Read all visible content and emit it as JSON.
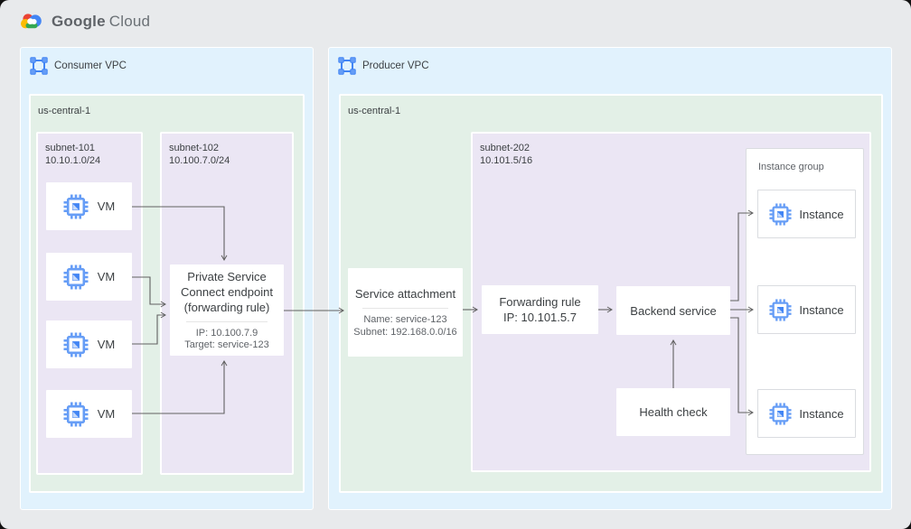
{
  "logo": {
    "brand": "Google",
    "product": "Cloud"
  },
  "colors": {
    "background": "#e8eaec",
    "vpc_bg": "#e1f2fd",
    "region_bg": "#e3f0e7",
    "subnet_bg": "#ebe6f4",
    "card_bg": "#ffffff",
    "card_border": "#dadce0",
    "arrow": "#616161",
    "text_primary": "#3c4043",
    "text_secondary": "#5f6368",
    "icon_blue": "#4285f4",
    "icon_blue_light": "#669df6",
    "logo_red": "#ea4335",
    "logo_blue": "#4285f4",
    "logo_green": "#34a853",
    "logo_yellow": "#fbbc04"
  },
  "icons": {
    "logo": "google-cloud-logo",
    "vpc": "vpc-network-icon",
    "compute": "compute-engine-icon"
  },
  "consumer": {
    "title": "Consumer VPC",
    "region": "us-central-1",
    "subnet101": {
      "name": "subnet-101",
      "cidr": "10.10.1.0/24"
    },
    "subnet102": {
      "name": "subnet-102",
      "cidr": "10.100.7.0/24"
    },
    "vms": [
      "VM",
      "VM",
      "VM",
      "VM"
    ],
    "psc_endpoint": {
      "title": "Private Service Connect endpoint (forwarding rule)",
      "ip": "IP: 10.100.7.9",
      "target": "Target: service-123"
    }
  },
  "producer": {
    "title": "Producer VPC",
    "region": "us-central-1",
    "subnet202": {
      "name": "subnet-202",
      "cidr": "10.101.5/16"
    },
    "service_attachment": {
      "title": "Service attachment",
      "name_line": "Name: service-123",
      "subnet_line": "Subnet: 192.168.0.0/16"
    },
    "forwarding_rule": {
      "title": "Forwarding rule",
      "ip": "IP: 10.101.5.7"
    },
    "backend_service": {
      "title": "Backend service"
    },
    "health_check": {
      "title": "Health check"
    },
    "instance_group": {
      "label": "Instance group",
      "instances": [
        "Instance",
        "Instance",
        "Instance"
      ]
    }
  }
}
